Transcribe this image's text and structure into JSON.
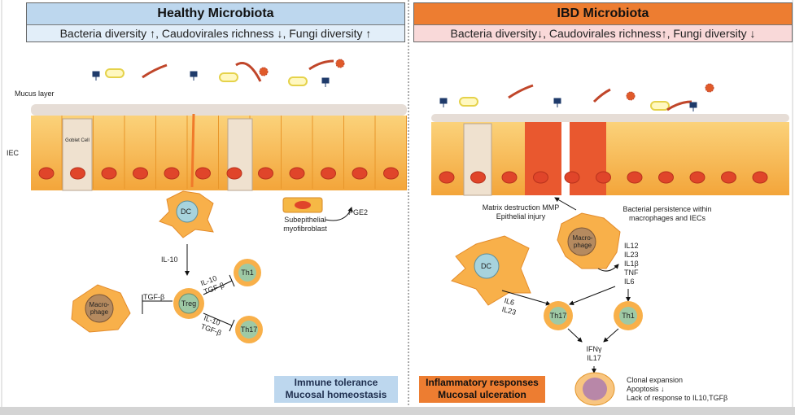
{
  "healthy": {
    "title": "Healthy Microbiota",
    "subtitle": "Bacteria diversity ↑, Caudovirales richness ↓, Fungi diversity ↑",
    "mucus_label": "Mucus layer",
    "iec_label": "IEC",
    "goblet_label": "Goblet Cell",
    "dc_label": "DC",
    "myofibroblast_label": "Subepithelial myofibroblast",
    "pge2_label": "PGE2",
    "il10_label": "IL-10",
    "treg_th1_label": "IL-10 TGF-β",
    "treg_th17_label": "IL-10 TGF-β",
    "tgfb_label": "TGF-β",
    "macrophage_label": "Macro-phage",
    "treg_label": "Treg",
    "th1_label": "Th1",
    "th17_label": "Th17",
    "outcome_line1": "Immune tolerance",
    "outcome_line2": "Mucosal homeostasis"
  },
  "ibd": {
    "title": "IBD Microbiota",
    "subtitle": "Bacteria diversity↓, Caudovirales richness↑, Fungi diversity ↓",
    "matrix_line1": "Matrix destruction MMP",
    "matrix_line2": "Epithelial injury",
    "persistence_line1": "Bacterial persistence within",
    "persistence_line2": "macrophages and IECs",
    "macrophage_label": "Macro-phage",
    "dc_label": "DC",
    "cytokines": [
      "IL12",
      "IL23",
      "IL1β",
      "TNF",
      "IL6"
    ],
    "dc_cytokines": [
      "IL6",
      "IL23"
    ],
    "th17_label": "Th17",
    "th1_label": "Th1",
    "effector_cytokines": [
      "IFNγ",
      "IL17"
    ],
    "tcell_effects": [
      "Clonal expansion",
      "Apoptosis ↓",
      "Lack of response to IL10,TGFβ"
    ],
    "outcome_line1": "Inflammatory responses",
    "outcome_line2": "Mucosal ulceration"
  },
  "colors": {
    "healthy_header": "#bdd7ee",
    "healthy_sub": "#e2eef9",
    "ibd_header": "#ed7d31",
    "ibd_sub": "#f9d9d9",
    "epithelium": "#f6b845",
    "nucleus": "#e0452a"
  }
}
